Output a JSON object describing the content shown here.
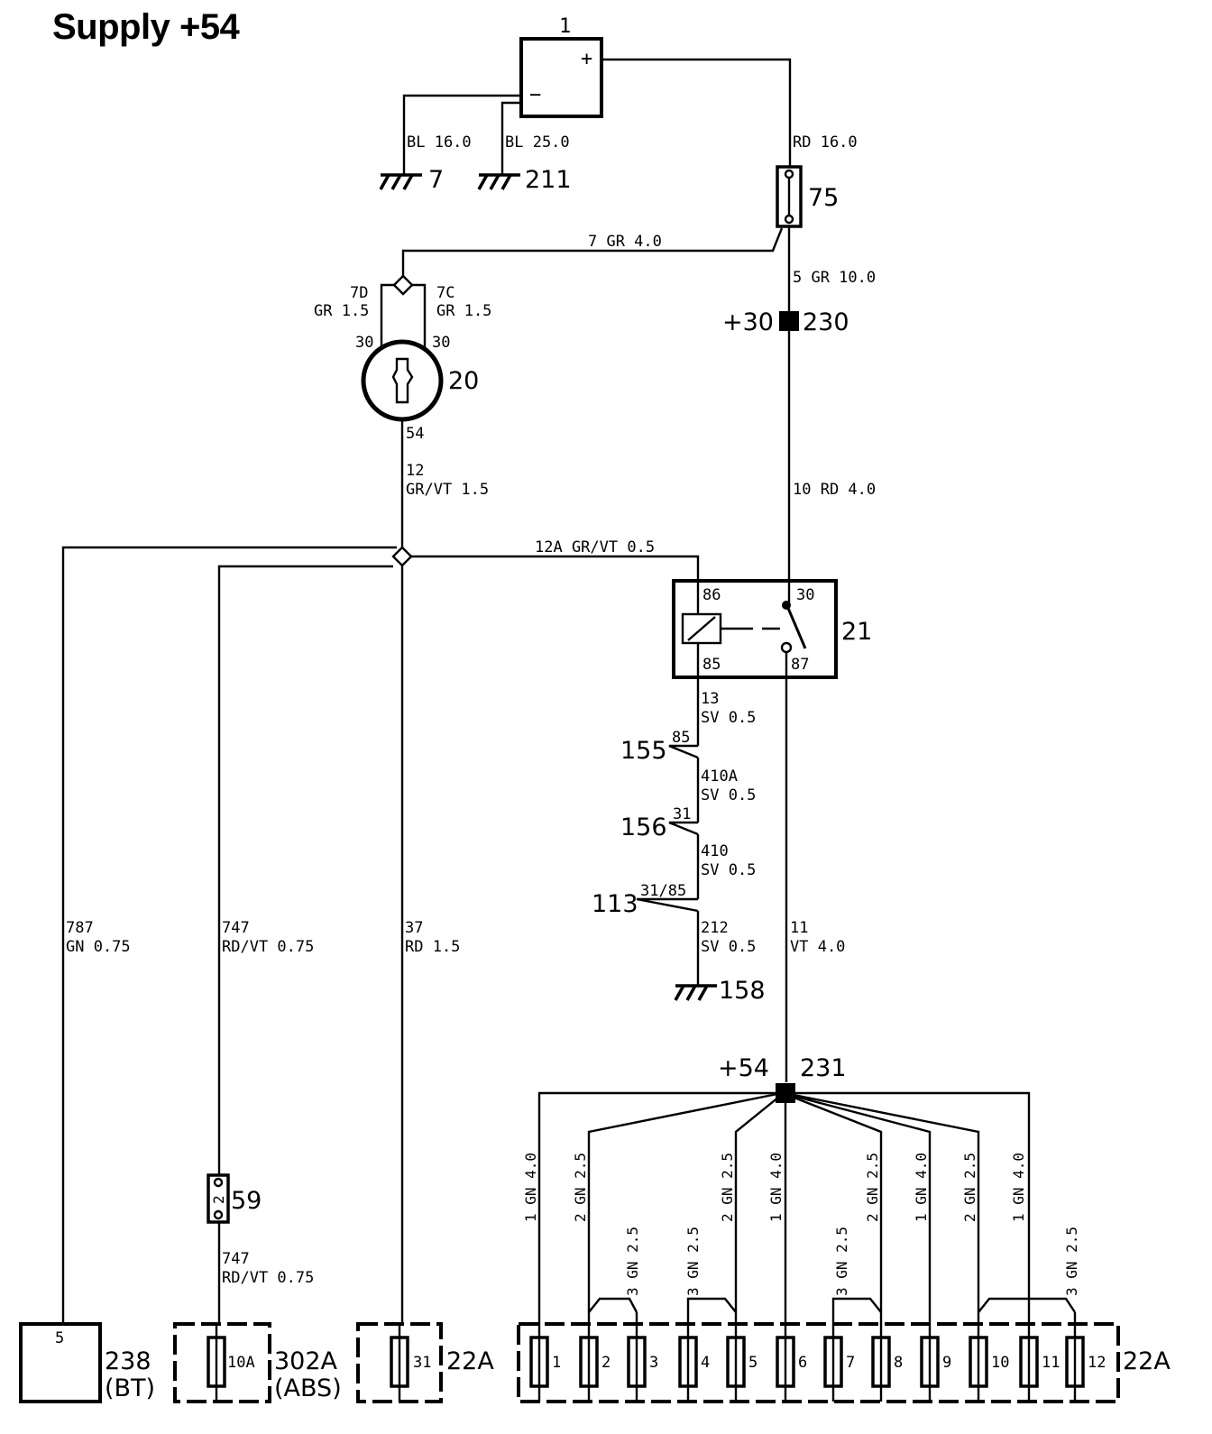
{
  "title": "Supply +54",
  "components": {
    "battery": {
      "id": "1",
      "plus": "+",
      "minus": "−"
    },
    "ground_7": "7",
    "ground_211": "211",
    "fuse_75": "75",
    "junction_230": {
      "id": "230",
      "terminal": "+30"
    },
    "ignition_switch": {
      "id": "20",
      "pin_in_left": "30",
      "pin_in_right": "30",
      "pin_out": "54"
    },
    "relay": {
      "id": "21",
      "pin86": "86",
      "pin85": "85",
      "pin30": "30",
      "pin87": "87"
    },
    "conn_155": {
      "id": "155",
      "pin": "85"
    },
    "conn_156": {
      "id": "156",
      "pin": "31"
    },
    "conn_113": {
      "id": "113",
      "pin": "31/85"
    },
    "ground_158": "158",
    "junction_231": {
      "id": "231",
      "terminal": "+54"
    },
    "conn_59": {
      "id": "59",
      "pin": "2"
    },
    "module_238": {
      "line1": "238",
      "line2": "(BT)",
      "pin": "5"
    },
    "fusebox_302a": {
      "line1": "302A",
      "line2": "(ABS)",
      "fuse": "10A"
    },
    "fusebox_22a_single": {
      "id": "22A",
      "fuse": "31"
    },
    "fusebox_22a_main": {
      "id": "22A",
      "fuses": [
        "1",
        "2",
        "3",
        "4",
        "5",
        "6",
        "7",
        "8",
        "9",
        "10",
        "11",
        "12"
      ]
    }
  },
  "wires": {
    "w_bl16": "BL 16.0",
    "w_bl25": "BL 25.0",
    "w_rd16": "RD 16.0",
    "w_7": "7 GR 4.0",
    "w_5": "5 GR 10.0",
    "w_7d_num": "7D",
    "w_7d_spec": "GR 1.5",
    "w_7c_num": "7C",
    "w_7c_spec": "GR 1.5",
    "w_12_num": "12",
    "w_12_spec": "GR/VT 1.5",
    "w_10": "10 RD 4.0",
    "w_12a": "12A GR/VT 0.5",
    "w_13_num": "13",
    "w_13_spec": "SV 0.5",
    "w_410a_num": "410A",
    "w_410a_spec": "SV 0.5",
    "w_410_num": "410",
    "w_410_spec": "SV 0.5",
    "w_212_num": "212",
    "w_212_spec": "SV 0.5",
    "w_11_num": "11",
    "w_11_spec": "VT 4.0",
    "w_787_num": "787",
    "w_787_spec": "GN 0.75",
    "w_747_num": "747",
    "w_747_spec": "RD/VT 0.75",
    "w_747b_num": "747",
    "w_747b_spec": "RD/VT 0.75",
    "w_37_num": "37",
    "w_37_spec": "RD 1.5"
  },
  "branches": [
    "1 GN 4.0",
    "2 GN 2.5",
    "3 GN 2.5",
    "3 GN 2.5",
    "2 GN 2.5",
    "1 GN 4.0",
    "3 GN 2.5",
    "2 GN 2.5",
    "1 GN 4.0",
    "2 GN 2.5",
    "1 GN 4.0",
    "3 GN 2.5"
  ]
}
